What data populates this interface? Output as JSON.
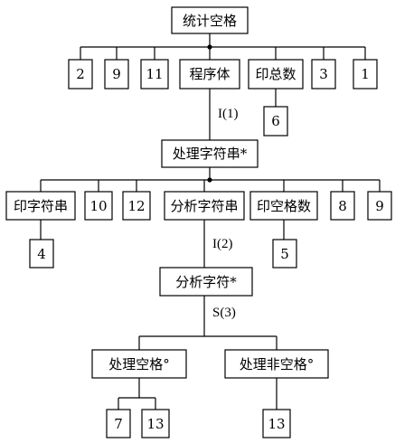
{
  "diagram": {
    "nodes": {
      "root": "统计空格",
      "r1": "2",
      "r2": "9",
      "r3": "11",
      "prog": "程序体",
      "yzs": "印总数",
      "r6": "3",
      "r7": "1",
      "yzs_c": "6",
      "clzfc": "处理字符串*",
      "yzfc": "印字符串",
      "c10": "10",
      "c12": "12",
      "fxzfc": "分析字符串",
      "ykgs": "印空格数",
      "c8": "8",
      "c9": "9",
      "yzfc_c": "4",
      "ykgs_c": "5",
      "fxzf": "分析字符*",
      "clkg": "处理空格°",
      "clfkg": "处理非空格°",
      "clkg_c1": "7",
      "clkg_c2": "13",
      "clfkg_c": "13"
    },
    "edge_labels": {
      "i1": "I(1)",
      "i2": "I(2)",
      "s3": "S(3)"
    }
  }
}
